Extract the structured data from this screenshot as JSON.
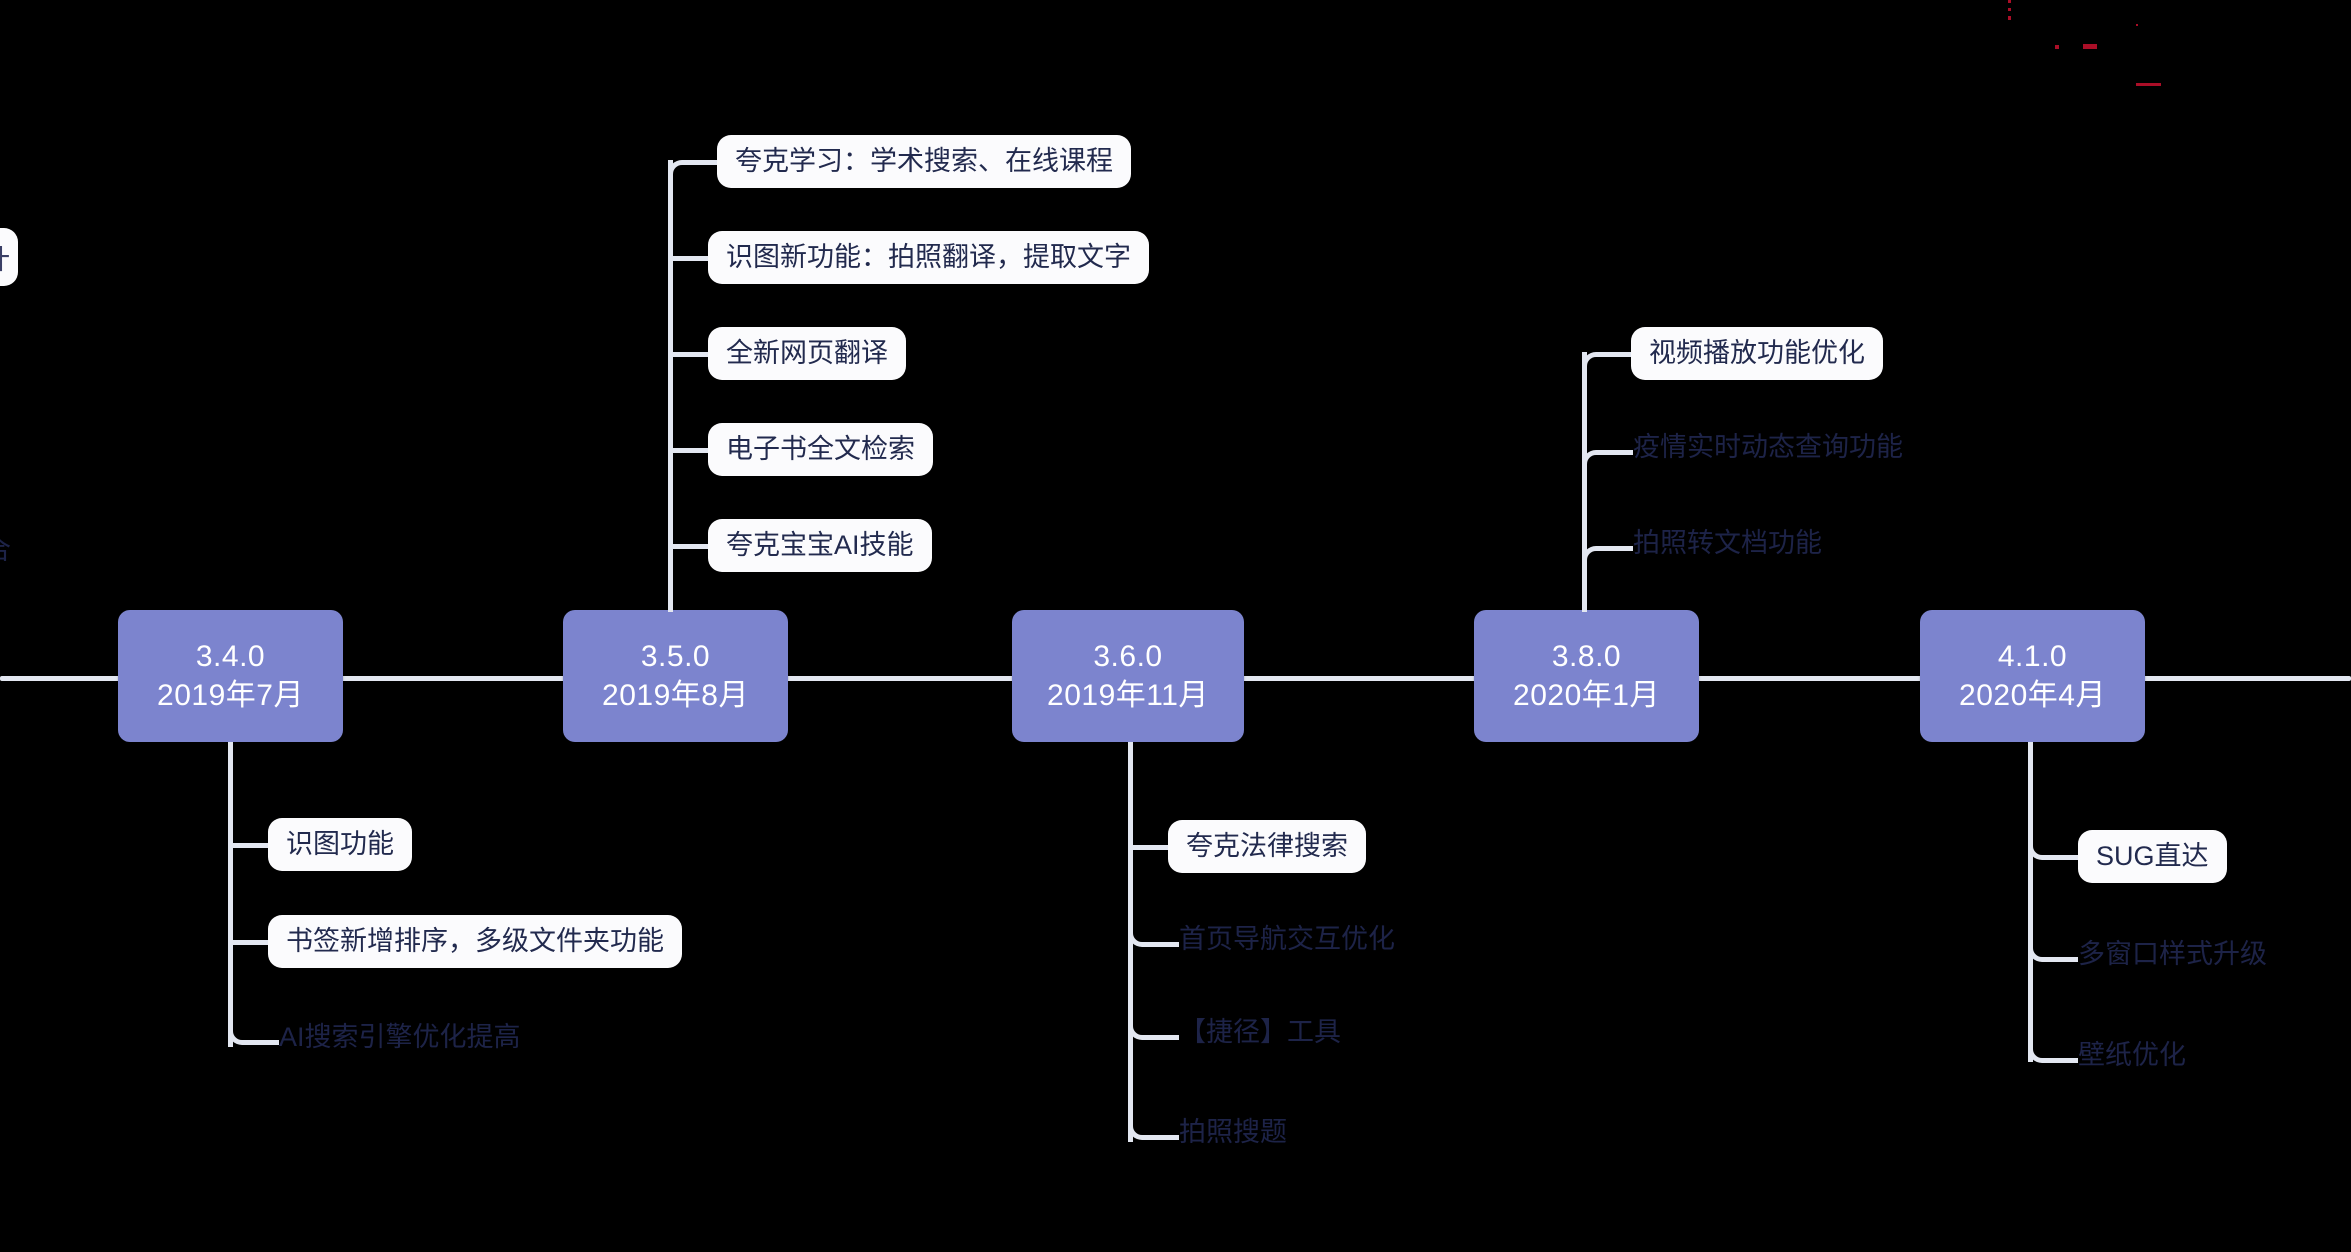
{
  "palette": {
    "background": "#000000",
    "node_fill": "#7c84ce",
    "node_text": "#ffffff",
    "line": "#e3e7f1",
    "pill_fill": "#fbfbfd",
    "pill_text": "#222a4e",
    "plain_text": "#1d2348"
  },
  "edge_fragments": {
    "top_pill_text": "计",
    "bottom_text": "合"
  },
  "milestones": [
    {
      "version": "3.4.0",
      "date": "2019年7月",
      "above": [],
      "below": [
        {
          "label": "识图功能",
          "style": "pill"
        },
        {
          "label": "书签新增排序，多级文件夹功能",
          "style": "pill"
        },
        {
          "label": "AI搜索引擎优化提高",
          "style": "plain"
        }
      ]
    },
    {
      "version": "3.5.0",
      "date": "2019年8月",
      "above": [
        {
          "label": "夸克学习：学术搜索、在线课程",
          "style": "pill"
        },
        {
          "label": "识图新功能：拍照翻译，提取文字",
          "style": "pill"
        },
        {
          "label": "全新网页翻译",
          "style": "pill"
        },
        {
          "label": "电子书全文检索",
          "style": "pill"
        },
        {
          "label": "夸克宝宝AI技能",
          "style": "pill"
        }
      ],
      "below": []
    },
    {
      "version": "3.6.0",
      "date": "2019年11月",
      "above": [],
      "below": [
        {
          "label": "夸克法律搜索",
          "style": "pill"
        },
        {
          "label": "首页导航交互优化",
          "style": "plain"
        },
        {
          "label": "【捷径】工具",
          "style": "plain"
        },
        {
          "label": "拍照搜题",
          "style": "plain"
        }
      ]
    },
    {
      "version": "3.8.0",
      "date": "2020年1月",
      "above": [
        {
          "label": "视频播放功能优化",
          "style": "pill"
        },
        {
          "label": "疫情实时动态查询功能",
          "style": "plain"
        },
        {
          "label": "拍照转文档功能",
          "style": "plain"
        }
      ],
      "below": []
    },
    {
      "version": "4.1.0",
      "date": "2020年4月",
      "above": [],
      "below": [
        {
          "label": "SUG直达",
          "style": "pill"
        },
        {
          "label": "多窗口样式升级",
          "style": "plain"
        },
        {
          "label": "壁纸优化",
          "style": "plain"
        }
      ]
    }
  ]
}
